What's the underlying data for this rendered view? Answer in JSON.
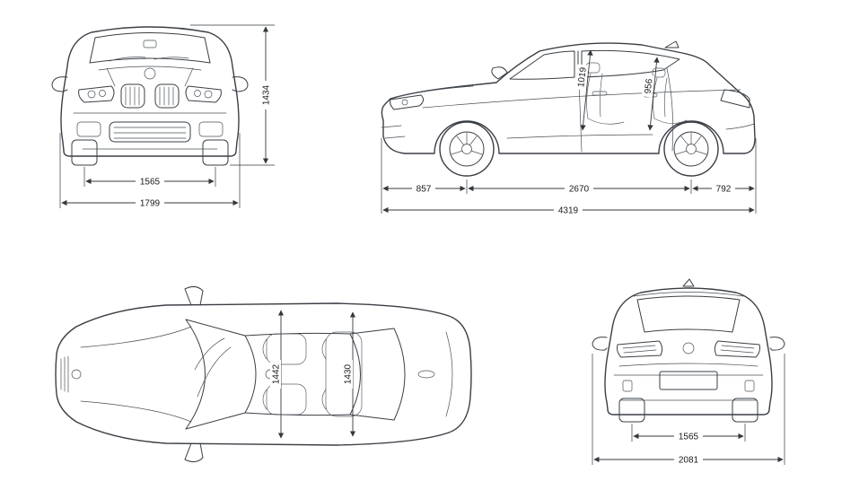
{
  "diagram": {
    "front": {
      "height": "1434",
      "track": "1565",
      "width": "1799"
    },
    "side": {
      "front_headroom": "1019",
      "rear_headroom": "956",
      "front_overhang": "857",
      "wheelbase": "2670",
      "rear_overhang": "792",
      "length": "4319"
    },
    "top": {
      "front_interior_width": "1442",
      "rear_interior_width": "1430"
    },
    "rear": {
      "track": "1565",
      "width_incl_mirrors": "2081"
    }
  }
}
